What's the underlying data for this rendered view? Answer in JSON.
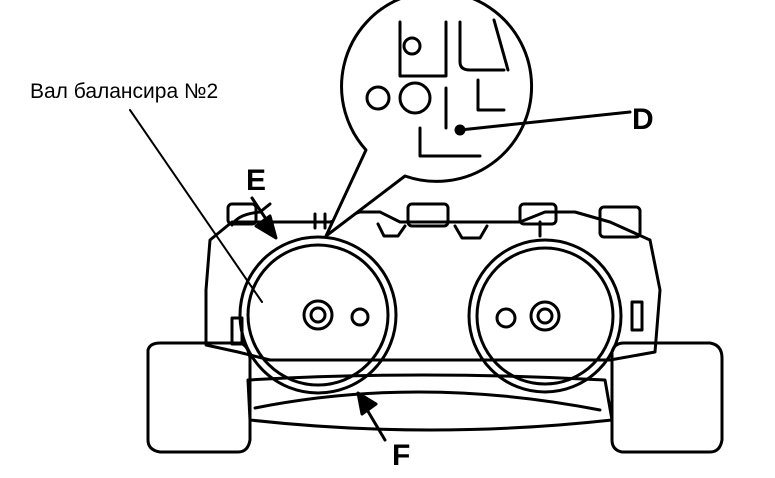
{
  "labels": {
    "shaft": "Вал балансира №2",
    "d": "D",
    "e": "E",
    "f": "F"
  },
  "colors": {
    "ink": "#000000",
    "paper": "#ffffff"
  }
}
